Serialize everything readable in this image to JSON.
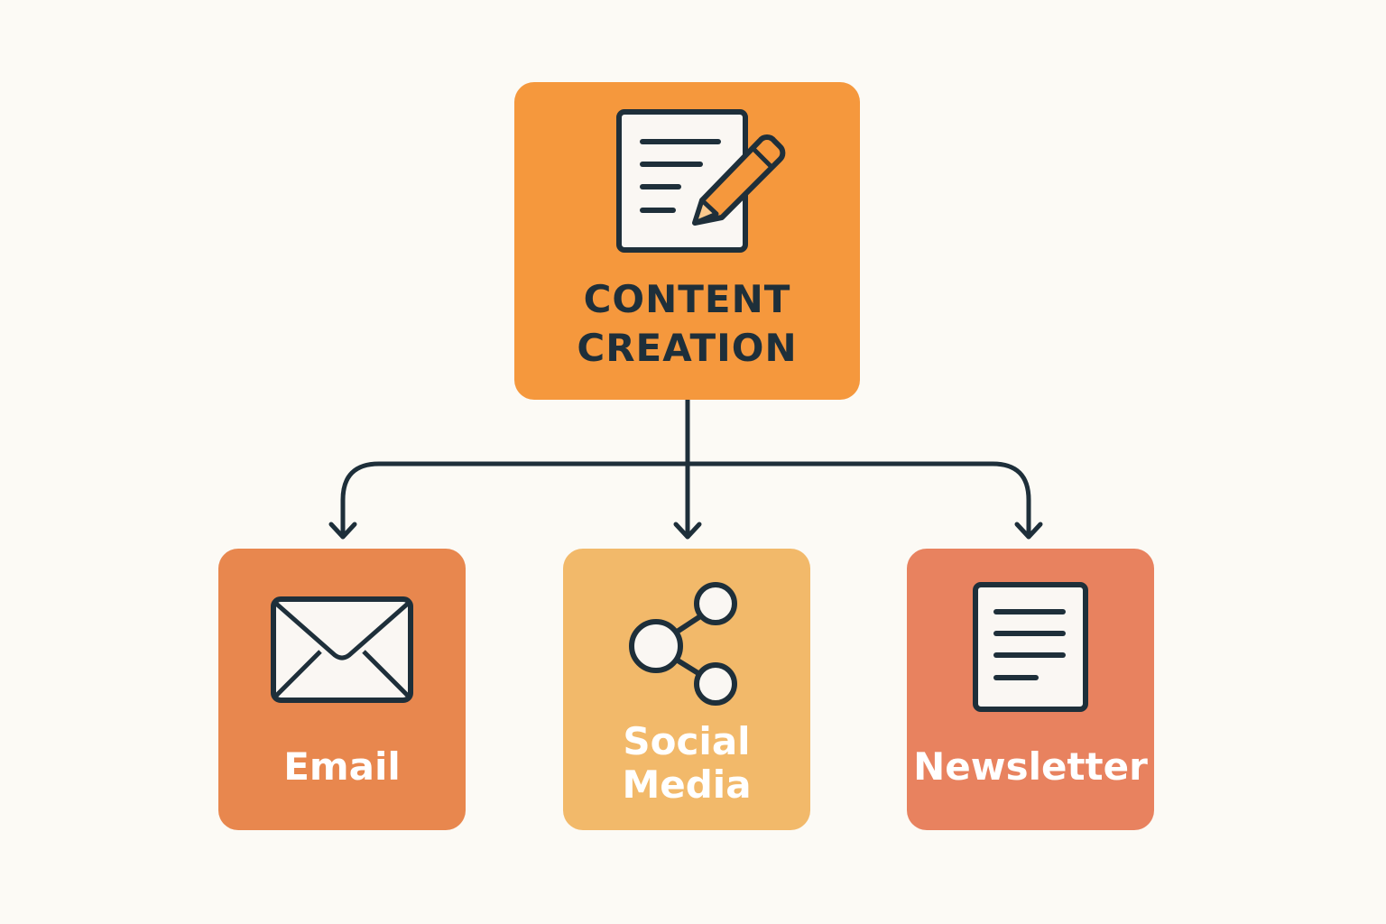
{
  "diagram": {
    "type": "hierarchy-flow",
    "background": "#fcfaf5",
    "stroke_color": "#1e2f3a",
    "root": {
      "label_line1": "CONTENT",
      "label_line2": "CREATION",
      "icon": "document-edit-icon",
      "fill": "#f5983d",
      "text_color": "#1e2f3a"
    },
    "children": [
      {
        "label": "Email",
        "icon": "envelope-icon",
        "fill": "#e8874e",
        "text_color": "#ffffff"
      },
      {
        "label_line1": "Social",
        "label_line2": "Media",
        "icon": "share-icon",
        "fill": "#f2b96a",
        "text_color": "#ffffff"
      },
      {
        "label": "Newsletter",
        "icon": "newsletter-document-icon",
        "fill": "#e8825f",
        "text_color": "#ffffff"
      }
    ],
    "edges": [
      {
        "from": "CONTENT CREATION",
        "to": "Email"
      },
      {
        "from": "CONTENT CREATION",
        "to": "Social Media"
      },
      {
        "from": "CONTENT CREATION",
        "to": "Newsletter"
      }
    ]
  }
}
